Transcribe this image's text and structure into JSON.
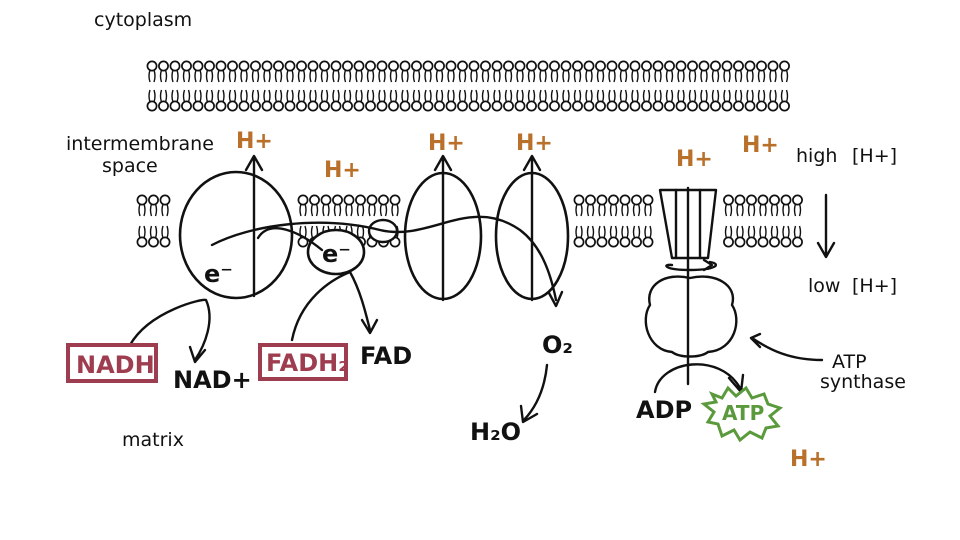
{
  "colors": {
    "ink": "#111111",
    "proton": "#b8702a",
    "nadh_box": "#9e3d4f",
    "atp": "#5a9a3c"
  },
  "labels": {
    "cytoplasm": "cytoplasm",
    "intermembrane_line1": "intermembrane",
    "intermembrane_line2": "space",
    "matrix": "matrix",
    "high": "high",
    "low": "low",
    "h_plus_bracket": "H+",
    "electron": "e⁻",
    "nadh": "NADH",
    "nad_plus": "NAD+",
    "fadh2": "FADH₂",
    "fad": "FAD",
    "o2": "O₂",
    "h2o": "H₂O",
    "adp": "ADP",
    "atp": "ATP",
    "atp_synthase_line1": "ATP",
    "atp_synthase_line2": "synthase",
    "proton": "H+"
  }
}
